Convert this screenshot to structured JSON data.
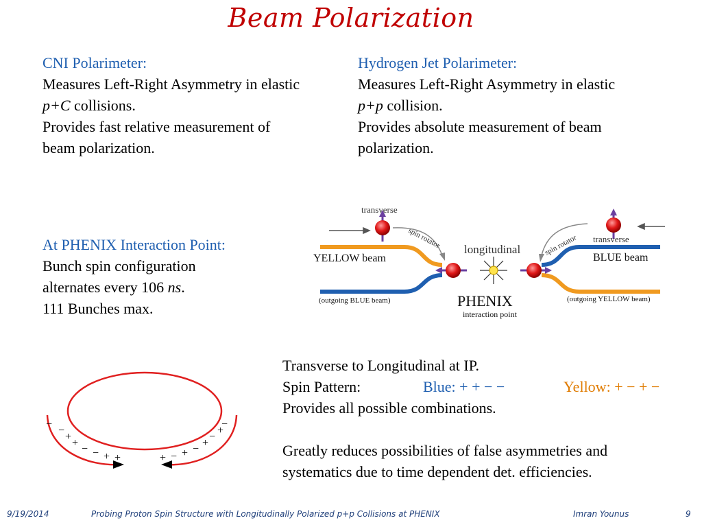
{
  "title": "Beam Polarization",
  "cni": {
    "heading": "CNI Polarimeter:",
    "line1": "Measures Left-Right Asymmetry in elastic",
    "reaction": "p+C",
    "line2_rest": " collisions.",
    "line3": "Provides fast relative measurement of",
    "line4": "beam polarization."
  },
  "hjet": {
    "heading": "Hydrogen Jet Polarimeter:",
    "line1": "Measures Left-Right Asymmetry in elastic",
    "reaction": "p+p",
    "line2_rest": " collision.",
    "line3": "Provides absolute measurement of beam",
    "line4": "polarization."
  },
  "phenix": {
    "heading": "At PHENIX Interaction Point:",
    "line1": "Bunch spin configuration",
    "line2_pre": "alternates every 106 ",
    "unit": "ns",
    "line2_post": ".",
    "line3": "111 Bunches max."
  },
  "diagram": {
    "transverse_left": "transverse",
    "transverse_right": "transverse",
    "spin_rotator_left": "spin rotator",
    "spin_rotator_right": "spin rotator",
    "longitudinal": "longitudinal",
    "yellow_beam": "YELLOW beam",
    "blue_beam": "BLUE beam",
    "outgoing_blue": "(outgoing BLUE beam)",
    "outgoing_yellow": "(outgoing YELLOW beam)",
    "phenix": "PHENIX",
    "interaction_point": "interaction point"
  },
  "spin": {
    "line1": "Transverse to Longitudinal at IP.",
    "pattern_label": "Spin Pattern:",
    "blue_label": "Blue: ",
    "blue_pattern": "+ + − −",
    "yellow_label": "Yellow:  ",
    "yellow_pattern": "+ − + −",
    "line3": "Provides all possible combinations.",
    "line4": "Greatly reduces possibilities of false asymmetries and",
    "line5": "systematics due to time dependent det. efficiencies."
  },
  "ring": {
    "left_signs": [
      "−",
      "−",
      "+",
      "+",
      "−",
      "−",
      "+",
      "+"
    ],
    "right_signs": [
      "−",
      "+",
      "−",
      "+",
      "−",
      "+",
      "−",
      "+"
    ]
  },
  "footer": {
    "date": "9/19/2014",
    "talk": "Probing Proton Spin Structure with Longitudinally Polarized p+p Collisions at PHENIX",
    "author": "Imran Younus",
    "page": "9"
  },
  "colors": {
    "title": "#c00000",
    "heading": "#1f5fb0",
    "yellow": "#e07b00",
    "ring": "#e02020",
    "blue_beam": "#1f5fb0",
    "orange_beam": "#f09a20"
  }
}
